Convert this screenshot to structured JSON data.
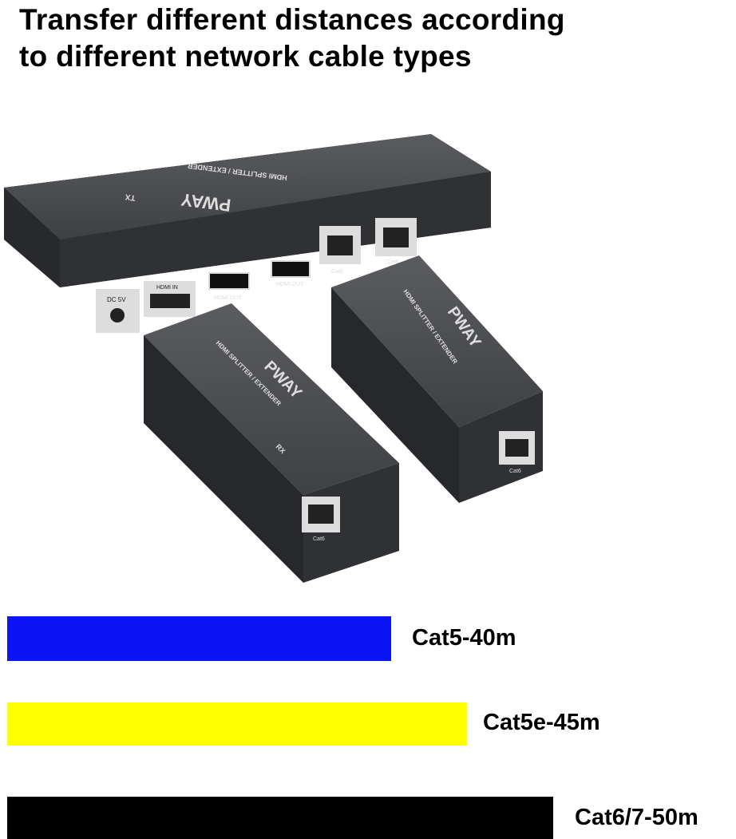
{
  "title": {
    "line1": "Transfer different distances according",
    "line2": "to different network cable types"
  },
  "product": {
    "brand": "PWAY",
    "model": "HDMI SPLITTER / EXTENDER",
    "tx_badge": "TX",
    "rx_badge": "RX",
    "dc_label": "DC 5V",
    "hdmi_in": "HDMI IN",
    "hdmi_out": "HDMI OUT",
    "cat6": "Cat6"
  },
  "cables": [
    {
      "label": "Cat5-40m",
      "distance_m": 40,
      "color": "#0a14f5"
    },
    {
      "label": "Cat5e-45m",
      "distance_m": 45,
      "color": "#ffff00"
    },
    {
      "label": "Cat6/7-50m",
      "distance_m": 50,
      "color": "#000000"
    }
  ]
}
